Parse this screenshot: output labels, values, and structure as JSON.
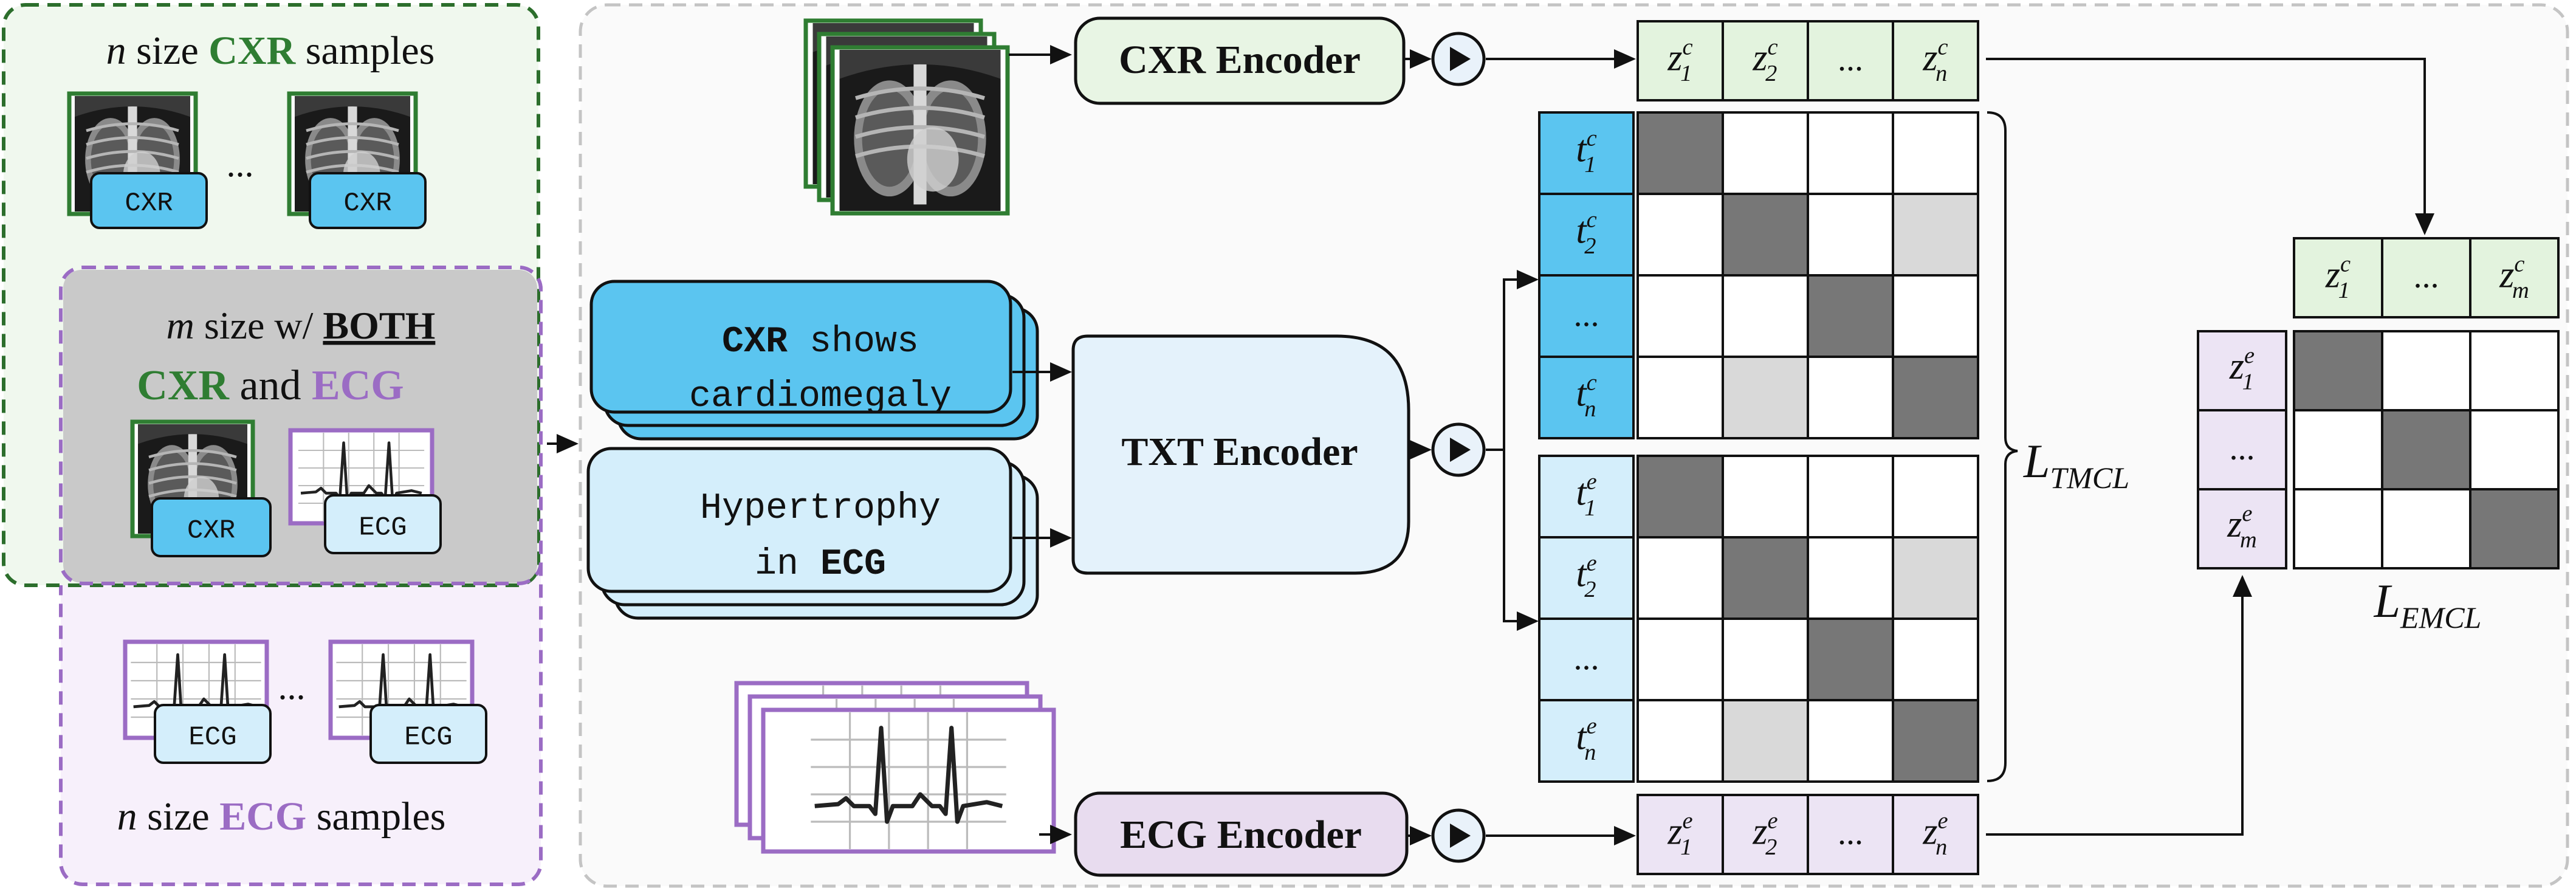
{
  "left_panel": {
    "cxr_set_title": {
      "pre": "n",
      "mid": " size ",
      "tag": "CXR",
      "post": " samples"
    },
    "both_title": {
      "pre": "m",
      "mid": " size w/ ",
      "tag": "BOTH"
    },
    "both_subtitle": {
      "a": "CXR",
      "and": " and ",
      "b": "ECG"
    },
    "ecg_set_title": {
      "pre": "n",
      "mid": " size ",
      "tag": "ECG",
      "post": " samples"
    },
    "cxr_badge": "CXR",
    "ecg_badge": "ECG",
    "ellipsis": "..."
  },
  "encoders": {
    "cxr": "CXR Encoder",
    "txt": "TXT Encoder",
    "ecg": "ECG Encoder"
  },
  "text_inputs": {
    "cxr": {
      "bold": "CXR",
      "rest1": " shows",
      "line2": "cardiomegaly"
    },
    "ecg": {
      "line1": "Hypertrophy",
      "pre2": "in ",
      "bold2": "ECG"
    }
  },
  "embeddings": {
    "ellipsis": "...",
    "z_cxr_top": [
      "1",
      "2",
      "...",
      "n"
    ],
    "t_cxr": [
      "1",
      "2",
      "...",
      "n"
    ],
    "t_ecg": [
      "1",
      "2",
      "...",
      "n"
    ],
    "z_ecg_bottom": [
      "1",
      "2",
      "...",
      "n"
    ],
    "z_cxr_right": [
      "1",
      "...",
      "m"
    ],
    "z_ecg_right": [
      "1",
      "...",
      "m"
    ]
  },
  "losses": {
    "tmcl": {
      "base": "L",
      "sub": "TMCL"
    },
    "emcl": {
      "base": "L",
      "sub": "EMCL"
    }
  },
  "colors": {
    "green_fill": "#e3f3de",
    "green_border": "#2f7d32",
    "purple_fill": "#ece4f4",
    "purple_border": "#9b6cc4",
    "blue_fill": "#5bc5f0",
    "light_blue_fill": "#d4eefb",
    "dark_cell": "#777777",
    "light_cell": "#d9d9d9"
  },
  "matrices": {
    "tmcl_cxr": {
      "dark": [
        [
          0,
          0
        ],
        [
          1,
          1
        ],
        [
          2,
          2
        ],
        [
          3,
          3
        ]
      ],
      "light": [
        [
          1,
          3
        ],
        [
          3,
          1
        ]
      ]
    },
    "tmcl_ecg": {
      "dark": [
        [
          0,
          0
        ],
        [
          1,
          1
        ],
        [
          2,
          2
        ],
        [
          3,
          3
        ]
      ],
      "light": [
        [
          1,
          3
        ],
        [
          3,
          1
        ]
      ]
    },
    "emcl": {
      "dark": [
        [
          0,
          0
        ],
        [
          1,
          1
        ],
        [
          2,
          2
        ]
      ],
      "light": []
    }
  }
}
